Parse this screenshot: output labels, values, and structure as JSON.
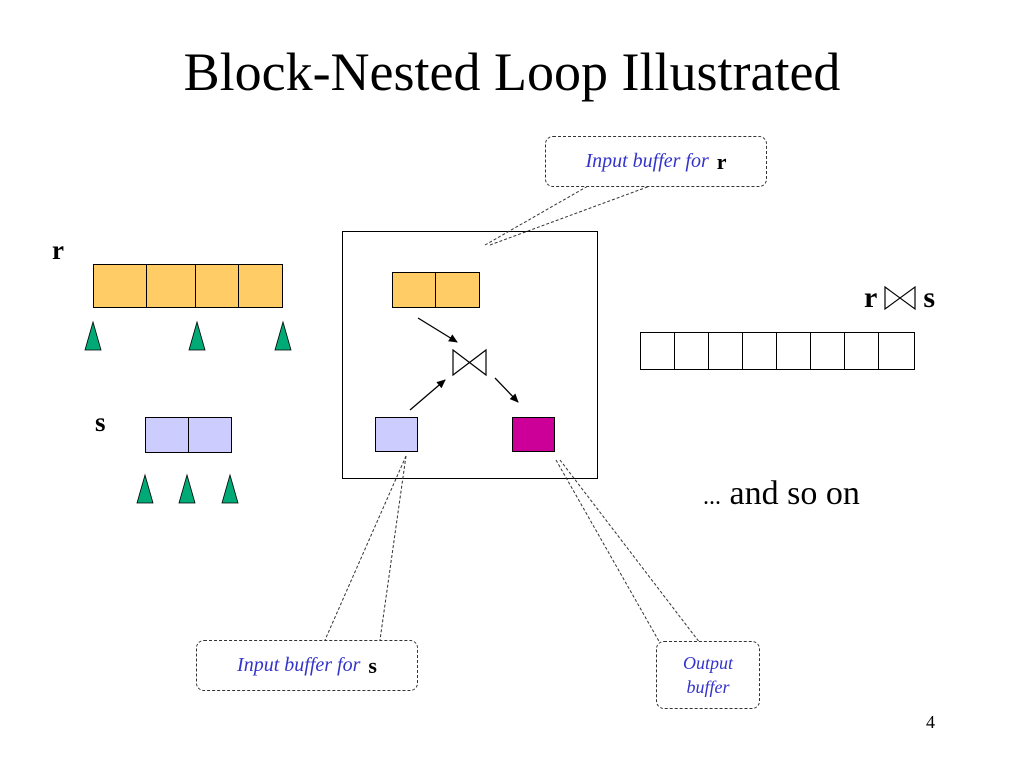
{
  "slide": {
    "title": "Block-Nested Loop Illustrated",
    "page_number": "4"
  },
  "relations": {
    "r_label": "r",
    "s_label": "s",
    "r_blocks": 4,
    "s_blocks": 2,
    "r_color": "#ffcc66",
    "s_color": "#ccccff"
  },
  "memory": {
    "r_buffer_blocks": 2,
    "s_buffer_blocks": 1,
    "output_buffer_color": "#cc0099",
    "join_symbol": "⋈"
  },
  "result": {
    "left": "r",
    "symbol": "⋈",
    "right": "s",
    "blocks": 8
  },
  "continuation": {
    "dots": "...",
    "text": " and so on"
  },
  "callouts": {
    "r_buffer": {
      "text": "Input buffer for",
      "var": "r"
    },
    "s_buffer": {
      "text": "Input buffer for",
      "var": "s"
    },
    "output_buffer": {
      "line1": "Output",
      "line2": "buffer"
    }
  },
  "colors": {
    "pointer": "#00aa77",
    "callout_text": "#3333cc"
  }
}
